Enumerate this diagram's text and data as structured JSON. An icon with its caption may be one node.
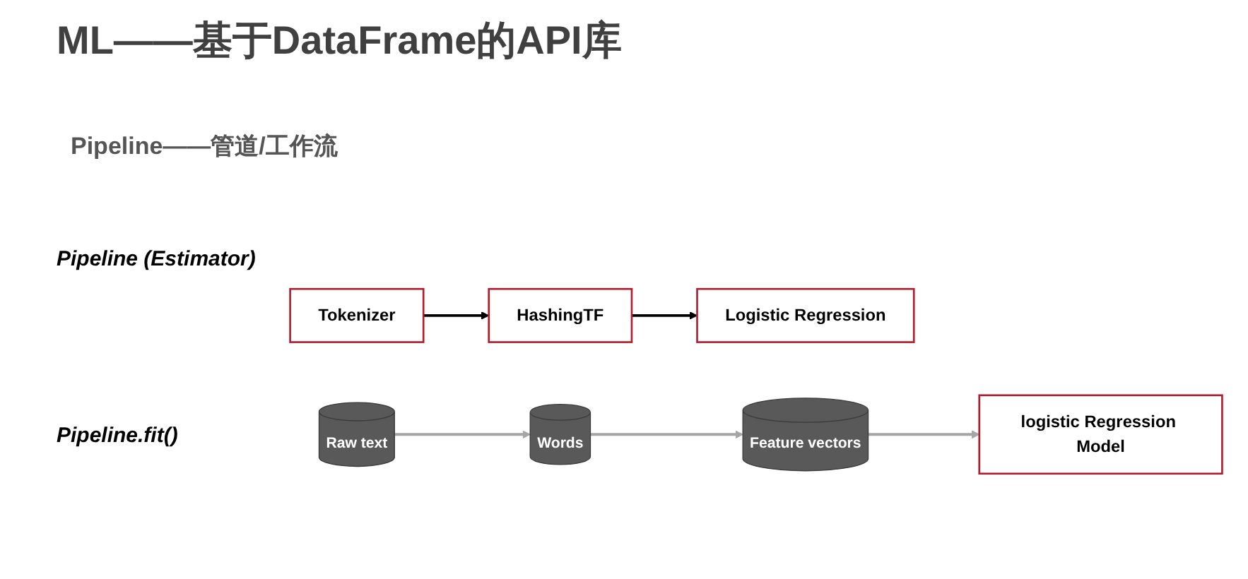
{
  "diagram": {
    "title": "ML——基于DataFrame的API库",
    "nodes": [
      {
        "text": [
          "Tokenizer"
        ]
      },
      {
        "text": [
          "HashingTF"
        ]
      },
      {
        "text": [
          "Logistic Regression"
        ]
      },
      {
        "text": [
          "Raw text"
        ]
      },
      {
        "text": [
          "Words"
        ]
      },
      {
        "text": [
          "Feature vectors"
        ]
      },
      {
        "text": [
          "logistic Regression Model"
        ]
      }
    ],
    "edges": [
      {
        "from": 0,
        "to": 1,
        "arrow": "to",
        "color": "#000000"
      },
      {
        "from": 1,
        "to": 2,
        "arrow": "to",
        "color": "#000000"
      },
      {
        "from": 3,
        "to": 4,
        "arrow": "to"
      },
      {
        "from": 4,
        "to": 5,
        "arrow": "to"
      },
      {
        "from": 5,
        "to": 6,
        "arrow": "to"
      }
    ],
    "labels": [
      "Pipeline——管道/工作流",
      "Pipeline (Estimator)",
      "Pipeline.fit()"
    ]
  }
}
